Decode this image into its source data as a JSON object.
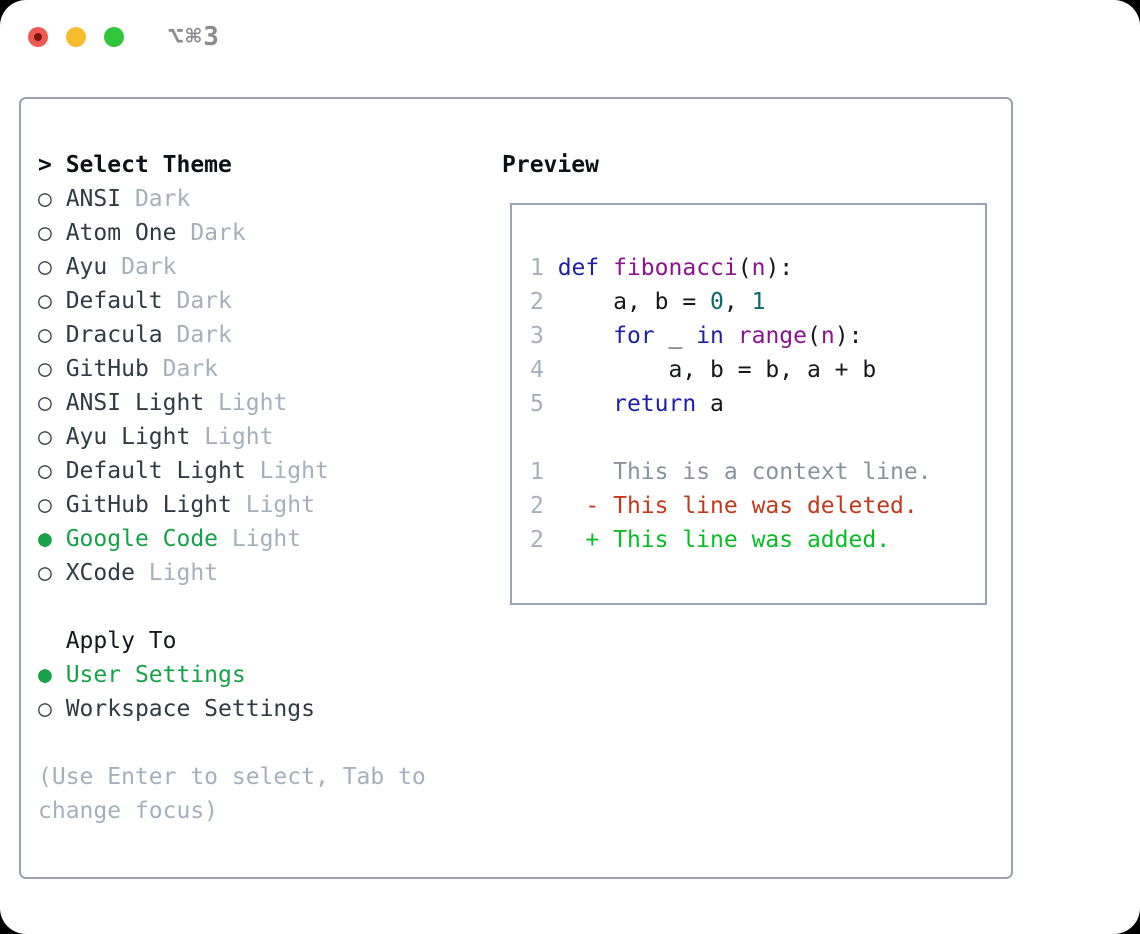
{
  "window": {
    "shortcut": "⌥⌘3",
    "traffic_lights": [
      "close",
      "minimize",
      "zoom"
    ]
  },
  "markers": {
    "unselected": "○",
    "selected": "●",
    "header": ">"
  },
  "theme_panel": {
    "title": "Select Theme",
    "themes": [
      {
        "name": "ANSI",
        "variant": "Dark",
        "selected": false
      },
      {
        "name": "Atom One",
        "variant": "Dark",
        "selected": false
      },
      {
        "name": "Ayu",
        "variant": "Dark",
        "selected": false
      },
      {
        "name": "Default",
        "variant": "Dark",
        "selected": false
      },
      {
        "name": "Dracula",
        "variant": "Dark",
        "selected": false
      },
      {
        "name": "GitHub",
        "variant": "Dark",
        "selected": false
      },
      {
        "name": "ANSI Light",
        "variant": "Light",
        "selected": false
      },
      {
        "name": "Ayu Light",
        "variant": "Light",
        "selected": false
      },
      {
        "name": "Default Light",
        "variant": "Light",
        "selected": false
      },
      {
        "name": "GitHub Light",
        "variant": "Light",
        "selected": false
      },
      {
        "name": "Google Code",
        "variant": "Light",
        "selected": true
      },
      {
        "name": "XCode",
        "variant": "Light",
        "selected": false
      }
    ],
    "apply_to": {
      "label": "Apply To",
      "options": [
        {
          "name": "User Settings",
          "selected": true
        },
        {
          "name": "Workspace Settings",
          "selected": false
        }
      ]
    },
    "help_text": "(Use Enter to select, Tab to\nchange focus)"
  },
  "preview": {
    "title": "Preview",
    "code_lines": [
      [
        {
          "t": "1 ",
          "c": "line_number"
        },
        {
          "t": "def",
          "c": "keyword"
        },
        {
          "t": " ",
          "c": "plain"
        },
        {
          "t": "fibonacci",
          "c": "function"
        },
        {
          "t": "(",
          "c": "plain"
        },
        {
          "t": "n",
          "c": "function"
        },
        {
          "t": "):",
          "c": "plain"
        }
      ],
      [
        {
          "t": "2 ",
          "c": "line_number"
        },
        {
          "t": "    a, b = ",
          "c": "plain"
        },
        {
          "t": "0",
          "c": "number"
        },
        {
          "t": ", ",
          "c": "plain"
        },
        {
          "t": "1",
          "c": "number"
        }
      ],
      [
        {
          "t": "3 ",
          "c": "line_number"
        },
        {
          "t": "    ",
          "c": "plain"
        },
        {
          "t": "for",
          "c": "keyword"
        },
        {
          "t": " _ ",
          "c": "plain"
        },
        {
          "t": "in",
          "c": "keyword"
        },
        {
          "t": " ",
          "c": "plain"
        },
        {
          "t": "range",
          "c": "function"
        },
        {
          "t": "(",
          "c": "plain"
        },
        {
          "t": "n",
          "c": "function"
        },
        {
          "t": "):",
          "c": "plain"
        }
      ],
      [
        {
          "t": "4 ",
          "c": "line_number"
        },
        {
          "t": "        a, b = b, a + b",
          "c": "plain"
        }
      ],
      [
        {
          "t": "5 ",
          "c": "line_number"
        },
        {
          "t": "    ",
          "c": "plain"
        },
        {
          "t": "return",
          "c": "keyword"
        },
        {
          "t": " a",
          "c": "plain"
        }
      ],
      [
        {
          "t": " ",
          "c": "plain"
        }
      ],
      [
        {
          "t": "1",
          "c": "line_number"
        },
        {
          "t": "     ",
          "c": "plain"
        },
        {
          "t": "This is a context line.",
          "c": "context"
        }
      ],
      [
        {
          "t": "2",
          "c": "line_number"
        },
        {
          "t": "   ",
          "c": "plain"
        },
        {
          "t": "- This line was deleted.",
          "c": "deleted"
        }
      ],
      [
        {
          "t": "2",
          "c": "line_number"
        },
        {
          "t": "   ",
          "c": "plain"
        },
        {
          "t": "+ This line was added.",
          "c": "added"
        }
      ]
    ]
  },
  "colors": {
    "selected_green": "#16A24A",
    "muted_gray": "#A6AFBA",
    "item_text": "#333A43",
    "panel_border": "#99A2AE",
    "keyword": "#1F1FA8",
    "function": "#8A158A",
    "number": "#0B6A69",
    "plain": "#16181D",
    "line_number": "#A6AFBA",
    "context": "#8B929C",
    "deleted": "#C23A1E",
    "added": "#09BD24",
    "traffic_red": "#EE5A52",
    "traffic_yellow": "#F8BD2F",
    "traffic_green": "#30C53B",
    "shortcut_gray": "#8B8B90"
  }
}
